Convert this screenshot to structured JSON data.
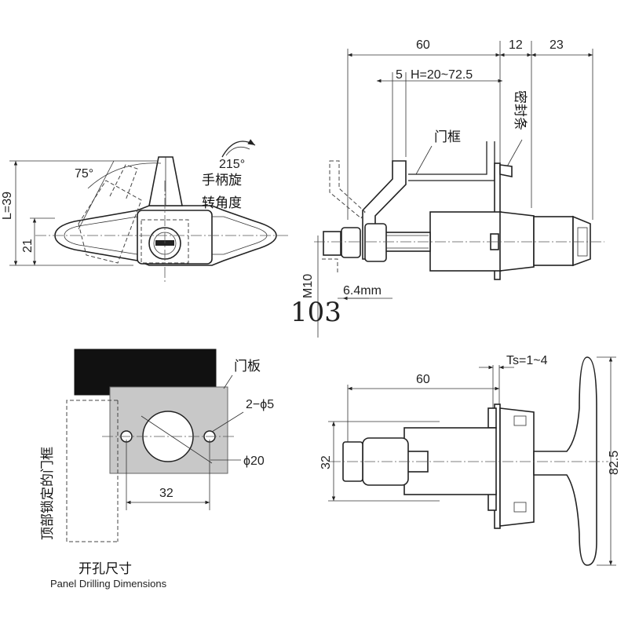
{
  "top_left": {
    "dim_L": "L=39",
    "dim_21": "21",
    "angle_75": "75°",
    "angle_215": "215°",
    "rotate_label_1": "手柄旋",
    "rotate_label_2": "转角度"
  },
  "top_right": {
    "dim_60": "60",
    "dim_12": "12",
    "dim_23": "23",
    "dim_5": "5",
    "dim_H": "H=20~72.5",
    "door_frame": "门框",
    "seal_strip": "密封条",
    "thread_M10": "M10",
    "dim_6_4": "6.4mm"
  },
  "center_number": "103",
  "bottom_left": {
    "door_panel": "门板",
    "holes": "2−ϕ5",
    "big_hole": "ϕ20",
    "dim_32": "32",
    "top_locked_frame": "顶部锁定的门框",
    "drilling_cn": "开孔尺寸",
    "drilling_en": "Panel Drilling Dimensions"
  },
  "bottom_right": {
    "dim_60": "60",
    "dim_Ts": "Ts=1~4",
    "dim_32": "32",
    "dim_82_5": "82.5"
  }
}
